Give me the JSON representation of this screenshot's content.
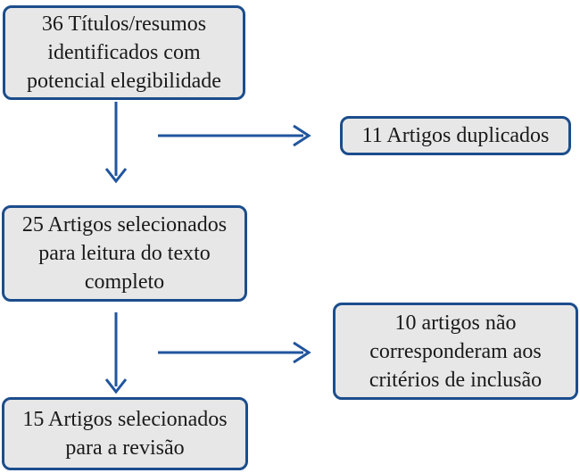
{
  "diagram": {
    "type": "flowchart",
    "direction": "top-down",
    "language": "pt",
    "nodes": [
      {
        "id": "identified",
        "count": 36,
        "label": "36 Títulos/resumos\nidentificados com\npotencial elegibilidade"
      },
      {
        "id": "duplicated",
        "count": 11,
        "label": "11 Artigos duplicados"
      },
      {
        "id": "fulltext",
        "count": 25,
        "label": "25 Artigos selecionados\npara leitura do texto\ncompleto"
      },
      {
        "id": "excluded",
        "count": 10,
        "label": "10 artigos não\ncorresponderam aos\ncritérios de inclusão"
      },
      {
        "id": "review",
        "count": 15,
        "label": "15 Artigos selecionados\npara a revisão"
      }
    ],
    "edges": [
      {
        "from": "identified",
        "to": "fulltext",
        "shape": "vertical-arrow"
      },
      {
        "from": "identified",
        "to": "duplicated",
        "shape": "horizontal-arrow"
      },
      {
        "from": "fulltext",
        "to": "review",
        "shape": "vertical-arrow"
      },
      {
        "from": "fulltext",
        "to": "excluded",
        "shape": "horizontal-arrow"
      }
    ]
  },
  "colors": {
    "background": "#FFFFFF",
    "node_fill": "#E7E7E7",
    "node_border": "#1B4D8C",
    "arrow": "#20559E",
    "text": "#1A1A1A"
  }
}
